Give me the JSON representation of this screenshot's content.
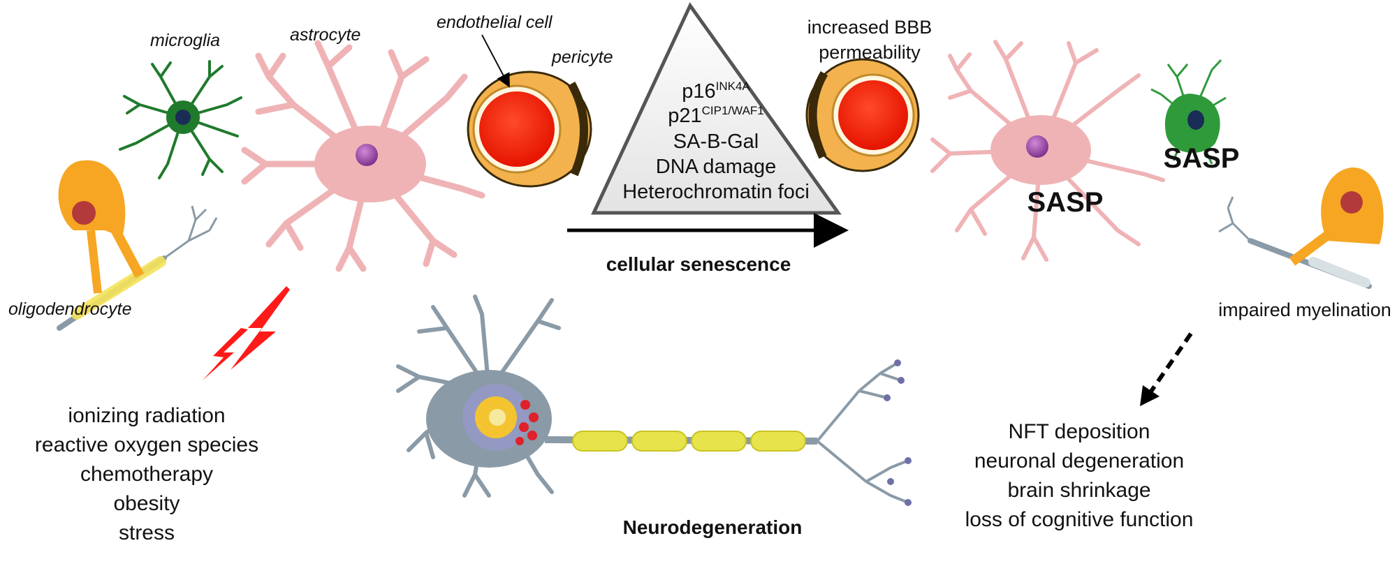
{
  "labels": {
    "microglia": "microglia",
    "astrocyte": "astrocyte",
    "endothelial_cell": "endothelial cell",
    "pericyte": "pericyte",
    "oligodendrocyte": "oligodendrocyte",
    "increased_bbb_line1": "increased BBB",
    "increased_bbb_line2": "permeability",
    "sasp_astrocyte": "SASP",
    "sasp_microglia": "SASP",
    "impaired_myelination": "impaired myelination",
    "cellular_senescence": "cellular senescence",
    "neurodegeneration": "Neurodegeneration"
  },
  "markers": {
    "p16_base": "p16",
    "p16_sup": "INK4A",
    "p21_base": "p21",
    "p21_sup": "CIP1/WAF1",
    "sa_b_gal": "SA-B-Gal",
    "dna_damage": "DNA damage",
    "heterochromatin": "Heterochromatin foci"
  },
  "causes": [
    "ionizing radiation",
    "reactive oxygen species",
    "chemotherapy",
    "obesity",
    "stress"
  ],
  "outcomes": [
    "NFT deposition",
    "neuronal degeneration",
    "brain shrinkage",
    "loss of cognitive function"
  ],
  "icons": {
    "stressor": "lightning-bolt-icon"
  },
  "colors": {
    "astrocyte": "#efb3b6",
    "nucleus": "#9e4aa8",
    "microglia": "#1f7a2c",
    "endothelial_red": "#ff1a00",
    "pericyte": "#f3b24e",
    "oligodendrocyte": "#f6a623",
    "neuron": "#8a9aa6",
    "myelin": "#e7e34a",
    "lightning": "#ff1a1a"
  }
}
